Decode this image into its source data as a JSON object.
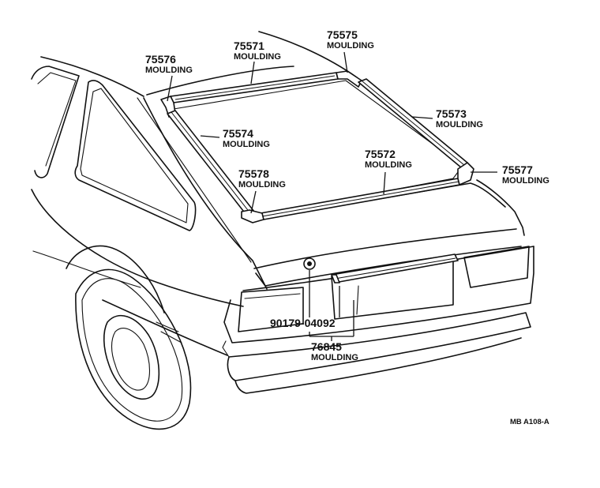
{
  "callouts": {
    "m75571": {
      "part_no": "75571",
      "desc": "MOULDING"
    },
    "m75575": {
      "part_no": "75575",
      "desc": "MOULDING"
    },
    "m75576": {
      "part_no": "75576",
      "desc": "MOULDING"
    },
    "m75573": {
      "part_no": "75573",
      "desc": "MOULDING"
    },
    "m75574": {
      "part_no": "75574",
      "desc": "MOULDING"
    },
    "m75572": {
      "part_no": "75572",
      "desc": "MOULDING"
    },
    "m75578": {
      "part_no": "75578",
      "desc": "MOULDING"
    },
    "m75577": {
      "part_no": "75577",
      "desc": "MOULDING"
    },
    "screw": {
      "part_no": "90179-04092"
    },
    "m76845": {
      "part_no": "76845",
      "desc": "MOULDING"
    }
  },
  "figure_code": "MB A108-A"
}
